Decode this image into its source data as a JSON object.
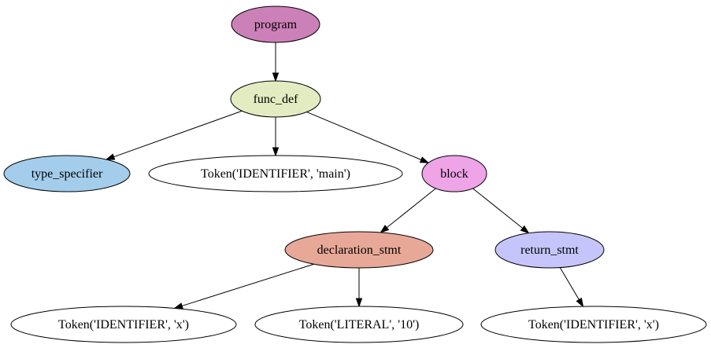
{
  "nodes": {
    "program": {
      "label": "program",
      "fill": "#cc80b8"
    },
    "func_def": {
      "label": "func_def",
      "fill": "#e3ecc1"
    },
    "type_specifier": {
      "label": "type_specifier",
      "fill": "#a3cdeb"
    },
    "tok_main": {
      "label": "Token('IDENTIFIER', 'main')",
      "fill": "#ffffff"
    },
    "block": {
      "label": "block",
      "fill": "#eea4e6"
    },
    "declaration_stmt": {
      "label": "declaration_stmt",
      "fill": "#e8a898"
    },
    "return_stmt": {
      "label": "return_stmt",
      "fill": "#c5c5fb"
    },
    "tok_x1": {
      "label": "Token('IDENTIFIER', 'x')",
      "fill": "#ffffff"
    },
    "tok_10": {
      "label": "Token('LITERAL', '10')",
      "fill": "#ffffff"
    },
    "tok_x2": {
      "label": "Token('IDENTIFIER', 'x')",
      "fill": "#ffffff"
    }
  },
  "edges": [
    [
      "program",
      "func_def"
    ],
    [
      "func_def",
      "type_specifier"
    ],
    [
      "func_def",
      "tok_main"
    ],
    [
      "func_def",
      "block"
    ],
    [
      "block",
      "declaration_stmt"
    ],
    [
      "block",
      "return_stmt"
    ],
    [
      "declaration_stmt",
      "tok_x1"
    ],
    [
      "declaration_stmt",
      "tok_10"
    ],
    [
      "return_stmt",
      "tok_x2"
    ]
  ]
}
